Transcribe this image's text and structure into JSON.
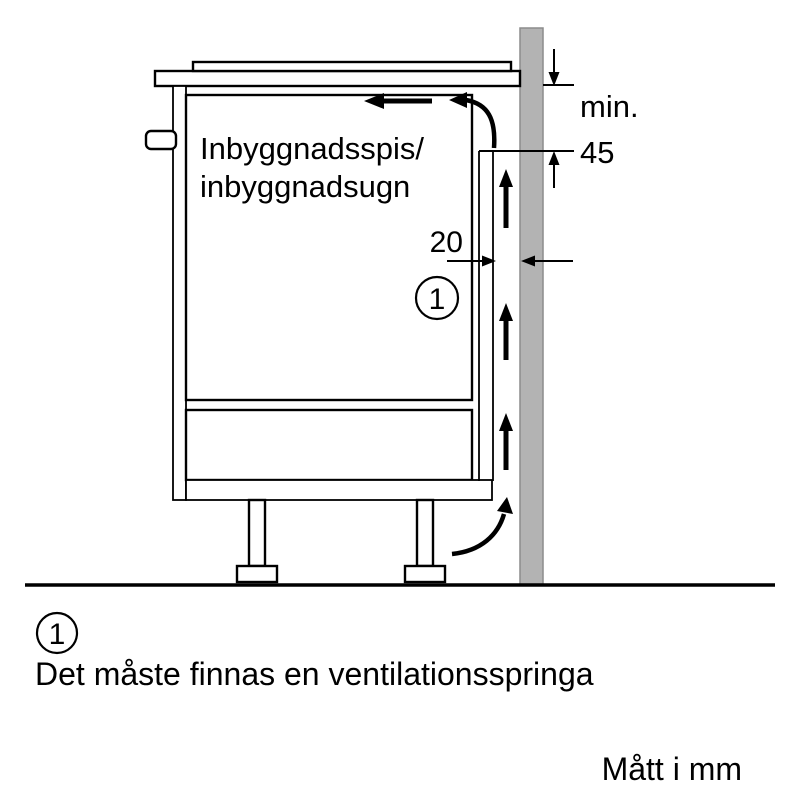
{
  "diagram": {
    "cabinet_label": {
      "line1": "Inbyggnadsspis/",
      "line2": "inbyggnadsugn"
    },
    "dimensions": {
      "min_label": "min.",
      "min_value": "45",
      "gap_value": "20"
    },
    "callout": {
      "number": "1"
    }
  },
  "legend": {
    "number": "1",
    "text": "Det måste finnas en ventilationsspringa"
  },
  "footer": {
    "units_note": "Mått i mm"
  },
  "colors": {
    "wall_fill": "#b3b3b3",
    "wall_stroke": "#8c8c8c",
    "line": "#000000",
    "background": "#ffffff"
  }
}
